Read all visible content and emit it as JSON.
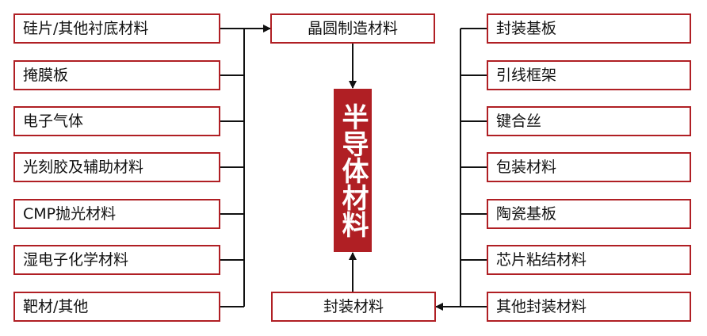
{
  "left_items": [
    "硅片/其他衬底材料",
    "掩膜板",
    "电子气体",
    "光刻胶及辅助材料",
    "CMP抛光材料",
    "湿电子化学材料",
    "靶材/其他"
  ],
  "right_items": [
    "封装基板",
    "引线框架",
    "键合丝",
    "包装材料",
    "陶瓷基板",
    "芯片粘结材料",
    "其他封装材料"
  ],
  "top_center": "晶圆制造材料",
  "bottom_center": "封装材料",
  "center_title": "半导体材料",
  "colors": {
    "accent": "#b01f24",
    "line": "#111111"
  }
}
